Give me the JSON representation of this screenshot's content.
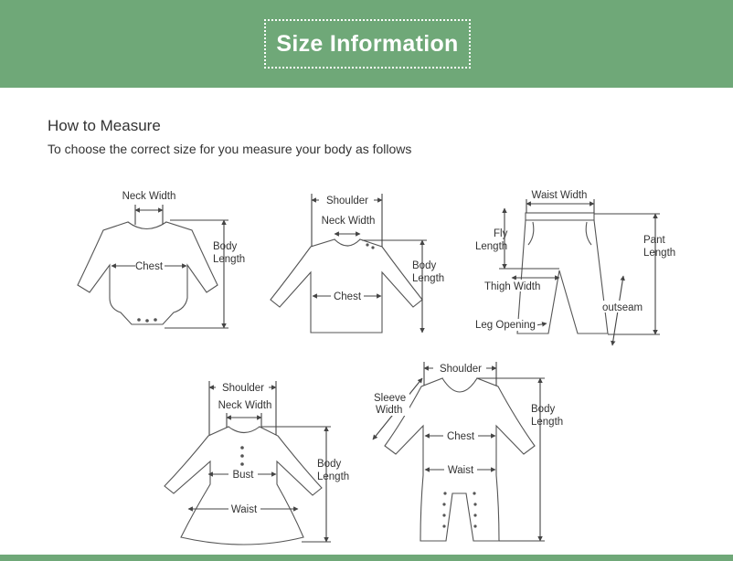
{
  "header": {
    "title": "Size Information",
    "bg_color": "#6fa878"
  },
  "intro": {
    "heading": "How to Measure",
    "subtitle": "To choose the correct size for you measure your body as follows"
  },
  "diagrams": {
    "bodysuit": {
      "neck_width": "Neck Width",
      "chest": "Chest",
      "body_length_1": "Body",
      "body_length_2": "Length"
    },
    "tshirt": {
      "shoulder": "Shoulder",
      "neck_width": "Neck Width",
      "chest": "Chest",
      "body_length_1": "Body",
      "body_length_2": "Length"
    },
    "pants": {
      "waist_width": "Waist Width",
      "fly_length_1": "Fly",
      "fly_length_2": "Length",
      "pant_length_1": "Pant",
      "pant_length_2": "Length",
      "thigh_width": "Thigh Width",
      "outseam": "outseam",
      "leg_opening": "Leg Opening"
    },
    "dress": {
      "shoulder": "Shoulder",
      "neck_width": "Neck Width",
      "bust": "Bust",
      "waist": "Waist",
      "body_length_1": "Body",
      "body_length_2": "Length"
    },
    "romper": {
      "shoulder": "Shoulder",
      "sleeve_width_1": "Sleeve",
      "sleeve_width_2": "Width",
      "chest": "Chest",
      "waist": "Waist",
      "body_length_1": "Body",
      "body_length_2": "Length"
    }
  }
}
